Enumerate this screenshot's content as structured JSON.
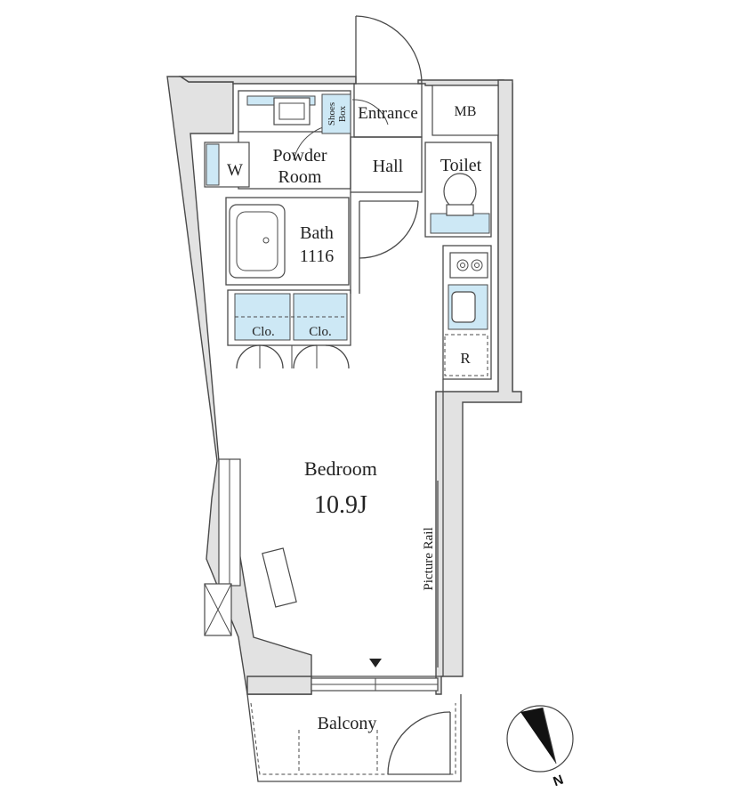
{
  "rooms": {
    "entrance": "Entrance",
    "mb": "MB",
    "shoes_box_1": "Shoes",
    "shoes_box_2": "Box",
    "powder_room_1": "Powder",
    "powder_room_2": "Room",
    "washer": "W",
    "hall": "Hall",
    "toilet": "Toilet",
    "bath": "Bath",
    "bath_size": "1116",
    "closet_1": "Clo.",
    "closet_2": "Clo.",
    "refrigerator": "R",
    "bedroom": "Bedroom",
    "bedroom_size": "10.9J",
    "picture_rail": "Picture Rail",
    "balcony": "Balcony"
  },
  "compass": {
    "north_label": "N"
  }
}
